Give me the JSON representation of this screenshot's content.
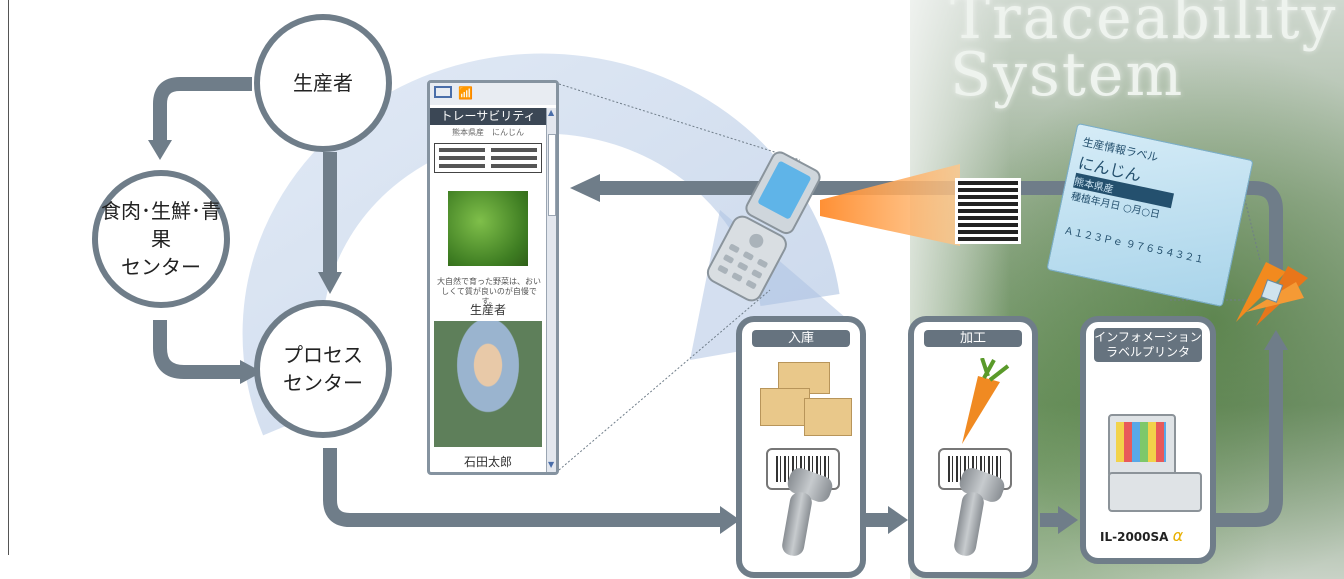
{
  "title": {
    "line1": "Traceability",
    "line2": "System"
  },
  "nodes": {
    "producer": "生産者",
    "market": "食肉･生鮮･青果\nセンター",
    "process": "プロセス\nセンター"
  },
  "phone": {
    "header": "トレーサビリティ",
    "origin": "熊本県産　にんじん",
    "caption": "大自然で育った野菜は、おいしくて質が良いのが自慢です。",
    "producer_label": "生産者",
    "producer_name": "石田太郎"
  },
  "stages": {
    "receiving": "入庫",
    "processing": "加工",
    "printer_title": "インフォメーション\nラベルプリンタ"
  },
  "printer_model": "IL-2000SA",
  "printer_suffix": "α",
  "label_card": {
    "line1": "生産情報ラベル",
    "line2": "にんじん",
    "line3": "熊本県産",
    "line4": "種植年月日 ○月○日",
    "line5": "Ａ１２３Ｐｅ ９７６５４３２１"
  },
  "colors": {
    "node_stroke": "#6f7d89",
    "arrow": "#6f7d89",
    "stage_head": "#66737f"
  }
}
